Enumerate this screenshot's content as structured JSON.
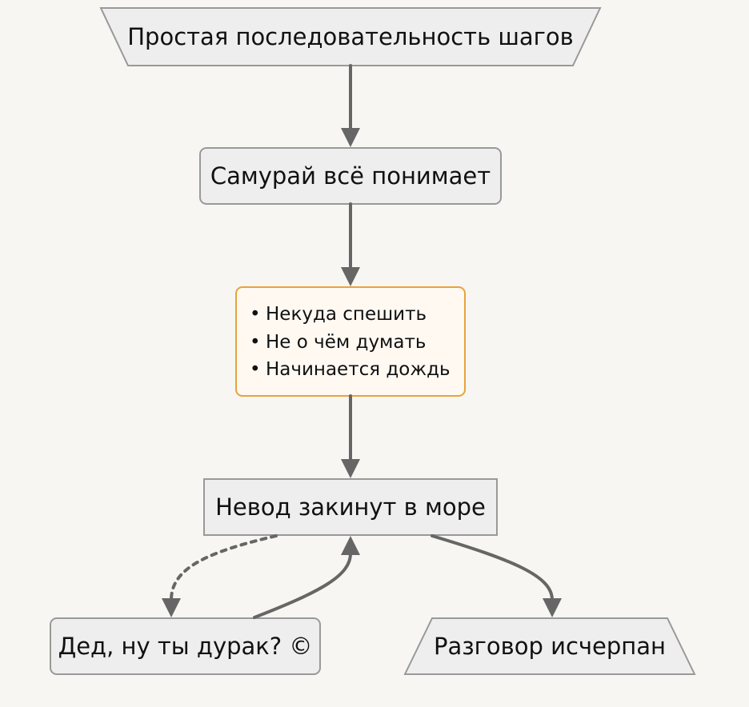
{
  "diagram": {
    "start_node": {
      "text": "Простая последовательность шагов"
    },
    "step_samurai": {
      "text": "Самурай всё понимает"
    },
    "note": {
      "items": [
        "Некуда спешить",
        "Не о чём думать",
        "Начинается дождь"
      ]
    },
    "step_net": {
      "text": "Невод закинут в море"
    },
    "step_grandpa": {
      "text": "Дед, ну ты дурак? ©"
    },
    "end_node": {
      "text": "Разговор исчерпан"
    },
    "colors": {
      "background": "#f7f6f2",
      "node_fill": "#eeeeee",
      "node_stroke": "#999999",
      "note_fill": "#fff9f2",
      "note_stroke": "#e8a33c",
      "edge": "#666666"
    }
  }
}
